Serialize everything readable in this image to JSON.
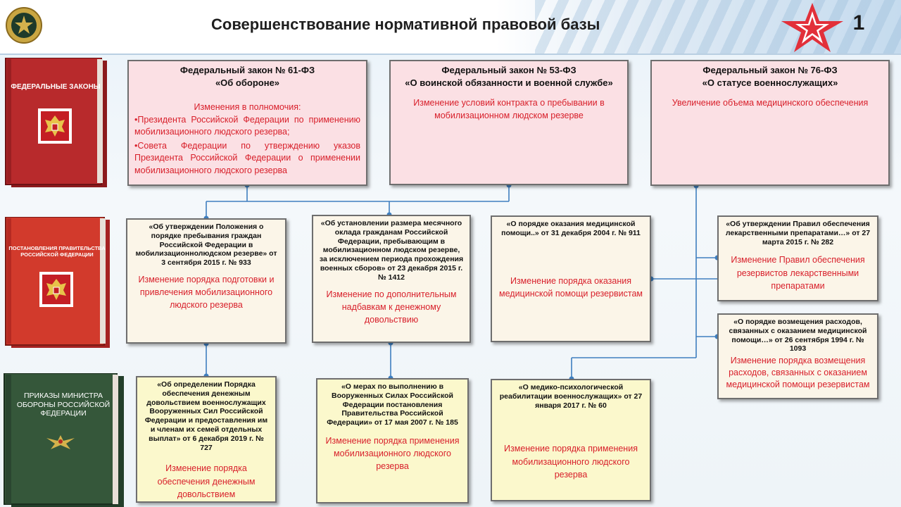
{
  "header": {
    "title": "Совершенствование нормативной правовой базы",
    "page_number": "1",
    "emblem_icon": "military-emblem-icon",
    "star_icon": "red-star-icon"
  },
  "books": {
    "federal_laws": "ФЕДЕРАЛЬНЫЕ ЗАКОНЫ",
    "government": "ПОСТАНОВЛЕНИЯ ПРАВИТЕЛЬСТВА РОССИЙСКОЙ ФЕДЕРАЦИИ",
    "orders": "ПРИКАЗЫ МИНИСТРА ОБОРОНЫ РОССИЙСКОЙ ФЕДЕРАЦИИ"
  },
  "laws": [
    {
      "title_line1": "Федеральный закон № 61-ФЗ",
      "title_line2": "«Об обороне»",
      "intro": "Изменения в полномочия:",
      "item1": "•Президента Российской Федерации по применению мобилизационного людского резерва;",
      "item2": "•Совета Федерации по утверждению указов Президента Российской Федерации о применении мобилизационного людского резерва"
    },
    {
      "title_line1": "Федеральный закон № 53-ФЗ",
      "title_line2": "«О воинской обязанности и военной службе»",
      "change": "Изменение условий контракта о пребывании в мобилизационном людском резерве"
    },
    {
      "title_line1": "Федеральный закон № 76-ФЗ",
      "title_line2": "«О статусе военнослужащих»",
      "change": "Увеличение объема медицинского обеспечения"
    }
  ],
  "resolutions": [
    {
      "title": "«Об утверждении Положения о порядке пребывания граждан Российской Федерации в мобилизационнолюдском резерве» от 3 сентября 2015 г. № 933",
      "change": "Изменение порядка подготовки и привлечения мобилизационного людского резерва"
    },
    {
      "title": "«Об установлении размера месячного оклада гражданам Российской Федерации, пребывающим в мобилизационном людском резерве, за исключением периода прохождения военных сборов» от 23 декабря 2015 г. № 1412",
      "change": "Изменение по дополнительным надбавкам к денежному довольствию"
    },
    {
      "title": "«О порядке оказания медицинской помощи..» от 31 декабря 2004 г. № 911",
      "change": "Изменение порядка оказания медицинской помощи резервистам"
    },
    {
      "title": "«Об утверждении Правил обеспечения лекарственными препаратами…» от 27 марта 2015 г. № 282",
      "change": "Изменение Правил обеспечения резервистов лекарственными препаратами"
    },
    {
      "title": "«О порядке возмещения расходов, связанных с оказанием медицинской помощи…» от 26 сентября 1994 г. № 1093",
      "change": "Изменение порядка возмещения расходов, связанных с оказанием медицинской помощи резервистам"
    }
  ],
  "orders": [
    {
      "title": "«Об определении Порядка обеспечения денежным довольствием военнослужащих Вооруженных Сил Российской Федерации и предоставления им и членам их семей отдельных выплат» от 6 декабря 2019 г. № 727",
      "change": "Изменение порядка обеспечения денежным довольствием"
    },
    {
      "title": "«О мерах по выполнению в Вооруженных Силах Российской Федерации постановления Правительства Российской Федерации» от 17 мая 2007 г. № 185",
      "change": "Изменение порядка применения мобилизационного людского резерва"
    },
    {
      "title": "«О медико-психологической реабилитации военнослужащих» от 27 января 2017 г. № 60",
      "change": "Изменение порядка применения мобилизационного людского резерва"
    }
  ],
  "colors": {
    "law_box": "#fbe0e4",
    "resolution_box": "#fbf5e8",
    "order_box": "#fbf8cc",
    "accent_red": "#d81f2a",
    "connector": "#3f7fbf"
  }
}
